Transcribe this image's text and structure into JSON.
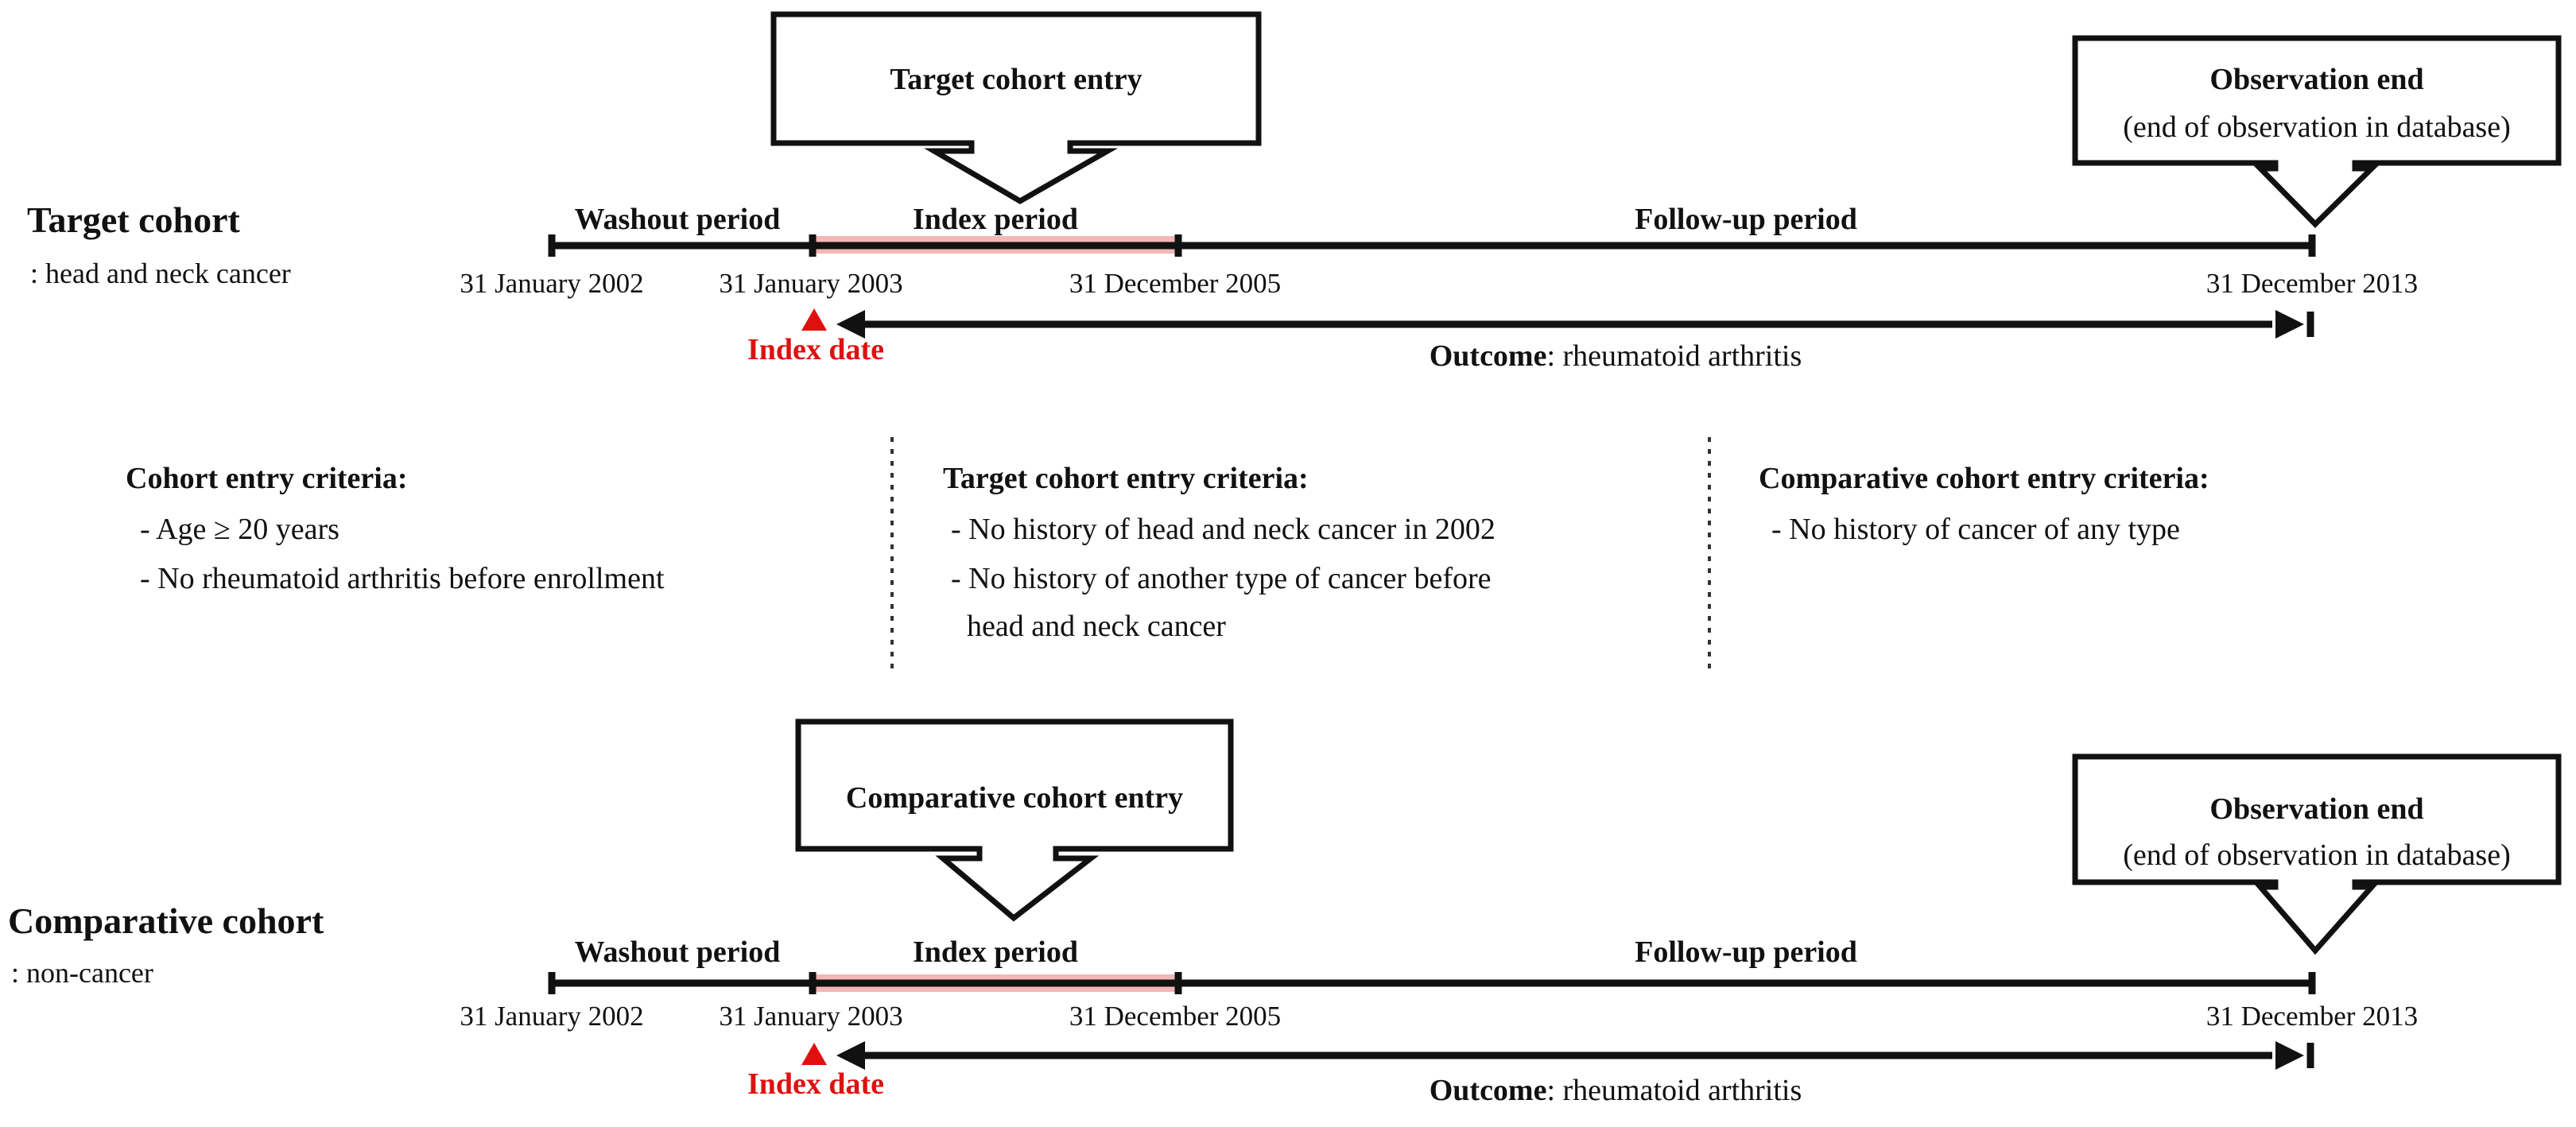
{
  "target_cohort": {
    "title": "Target cohort",
    "subtitle": ": head and neck cancer",
    "entry_callout": "Target cohort  entry",
    "observation_end_title": "Observation end",
    "observation_end_note": "(end of observation in database)",
    "washout_label": "Washout period",
    "index_label": "Index period",
    "followup_label": "Follow-up period",
    "date_start": "31 January 2002",
    "date_index_start": "31 January 2003",
    "date_index_end": "31 December 2005",
    "date_end": "31 December 2013",
    "index_date_label": "Index date",
    "outcome_label": "Outcome",
    "outcome_value": ": rheumatoid arthritis"
  },
  "criteria": {
    "cohort_entry": {
      "title": "Cohort entry criteria:",
      "items": [
        "- Age ≥ 20 years",
        "- No rheumatoid arthritis before enrollment"
      ]
    },
    "target_entry": {
      "title": "Target cohort entry criteria:",
      "items": [
        "- No history of head and neck cancer in 2002",
        "- No history of another type of cancer before",
        "head and neck cancer"
      ]
    },
    "comparative_entry": {
      "title": "Comparative cohort entry criteria:",
      "items": [
        "- No history of cancer of any type"
      ]
    }
  },
  "comparative_cohort": {
    "title": "Comparative cohort",
    "subtitle": ": non-cancer",
    "entry_callout": "Comparative cohort entry",
    "observation_end_title": "Observation end",
    "observation_end_note": "(end of observation in database)",
    "washout_label": "Washout period",
    "index_label": "Index period",
    "followup_label": "Follow-up period",
    "date_start": "31 January 2002",
    "date_index_start": "31 January 2003",
    "date_index_end": "31 December 2005",
    "date_end": "31 December 2013",
    "index_date_label": "Index date",
    "outcome_label": "Outcome",
    "outcome_value": ": rheumatoid arthritis"
  },
  "colors": {
    "line": "#111111",
    "index_highlight": "#f4b6b6",
    "index_date": "#e01010"
  }
}
